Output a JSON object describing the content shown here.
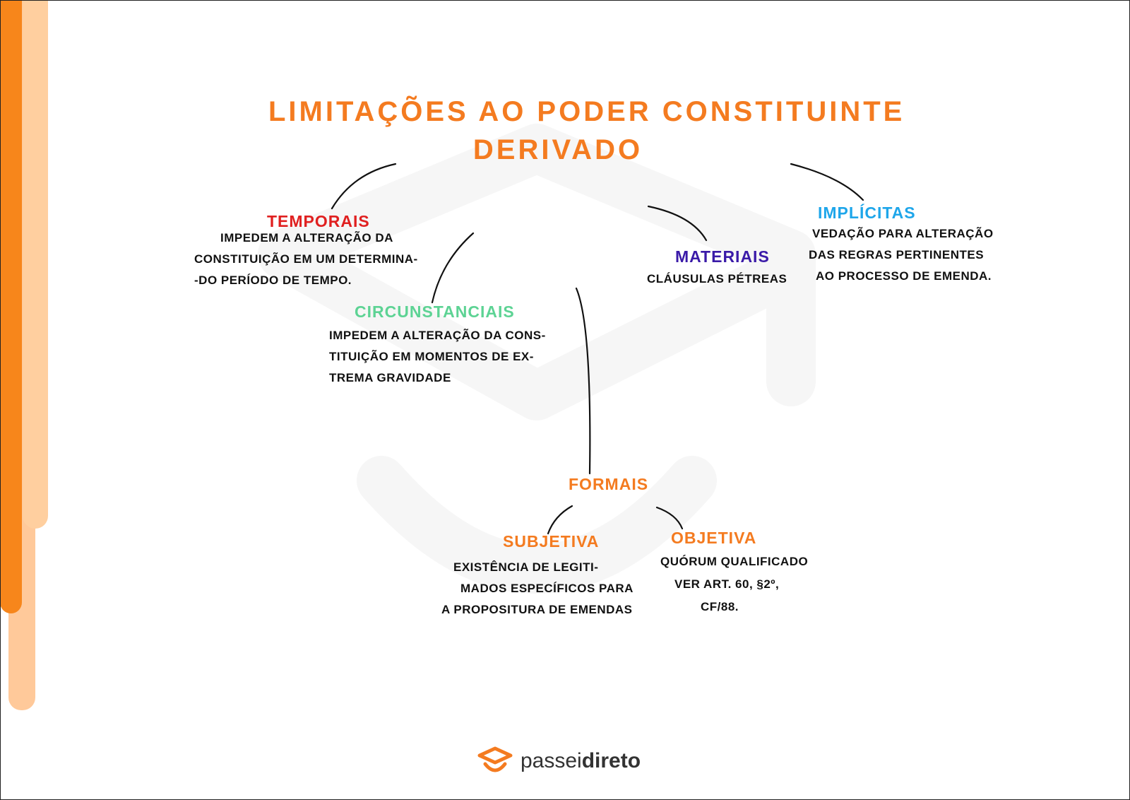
{
  "title": {
    "line1": "Limitações ao poder constituinte",
    "line2": "Derivado"
  },
  "nodes": {
    "temporais": {
      "label": "Temporais",
      "lines": [
        "Impedem a alteração da",
        "constituição em um determina-",
        "-do período de tempo."
      ]
    },
    "circunstanciais": {
      "label": "Circunstanciais",
      "lines": [
        "Impedem a alteração da cons-",
        "tituição em momentos de ex-",
        "trema gravidade"
      ]
    },
    "materiais": {
      "label": "Materiais",
      "lines": [
        "Cláusulas pétreas"
      ]
    },
    "implicitas": {
      "label": "Implícitas",
      "lines": [
        "Vedação para alteração",
        "das regras pertinentes",
        "ao processo de emenda."
      ]
    },
    "formais": {
      "label": "Formais"
    },
    "subjetiva": {
      "label": "Subjetiva",
      "lines": [
        "Existência de legiti-",
        "mados específicos para",
        "a propositura de emendas"
      ]
    },
    "objetiva": {
      "label": "Objetiva",
      "lines": [
        "Quórum qualificado",
        "ver art. 60, §2º,",
        "CF/88."
      ]
    }
  },
  "colors": {
    "orange": "#f47b20",
    "red": "#e02020",
    "green": "#5dd394",
    "purple": "#3a1aa8",
    "blue": "#1ea6ea"
  },
  "logo": {
    "text_light": "passei",
    "text_bold": "direto"
  }
}
